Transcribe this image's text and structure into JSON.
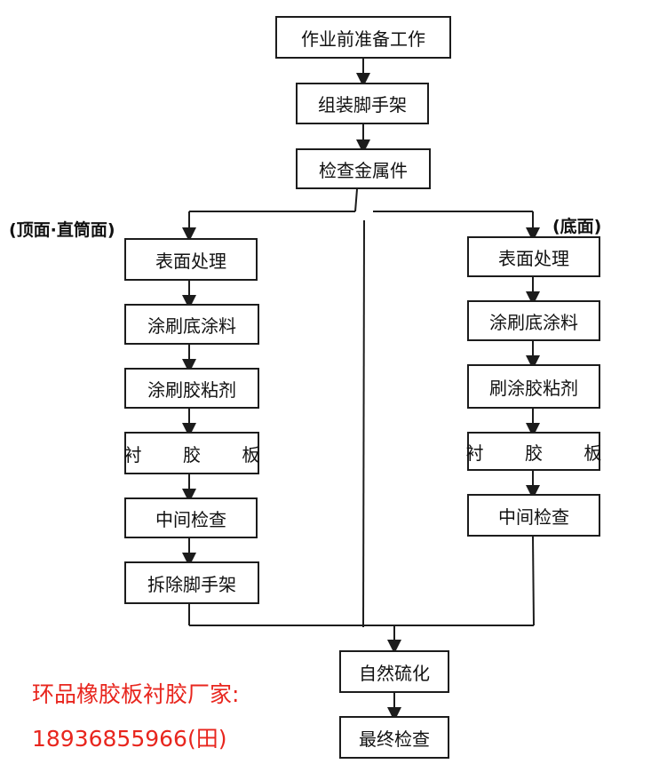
{
  "steps": {
    "prep": "作业前准备工作",
    "assemble": "组装脚手架",
    "inspect_metal": "检查金属件",
    "cure": "自然硫化",
    "final": "最终检查"
  },
  "left_branch": {
    "label": "(顶面·直筒面)",
    "steps": [
      "表面处理",
      "涂刷底涂料",
      "涂刷胶粘剂",
      "衬 胶 板",
      "中间检查",
      "拆除脚手架"
    ]
  },
  "right_branch": {
    "label": "(底面)",
    "steps": [
      "表面处理",
      "涂刷底涂料",
      "刷涂胶粘剂",
      "衬 胶 板",
      "中间检查"
    ]
  },
  "ad": {
    "line1": "环品橡胶板衬胶厂家:",
    "line2": "18936855966(田)"
  },
  "colors": {
    "line": "#1c1c1c",
    "ad_text": "#e8261e"
  }
}
